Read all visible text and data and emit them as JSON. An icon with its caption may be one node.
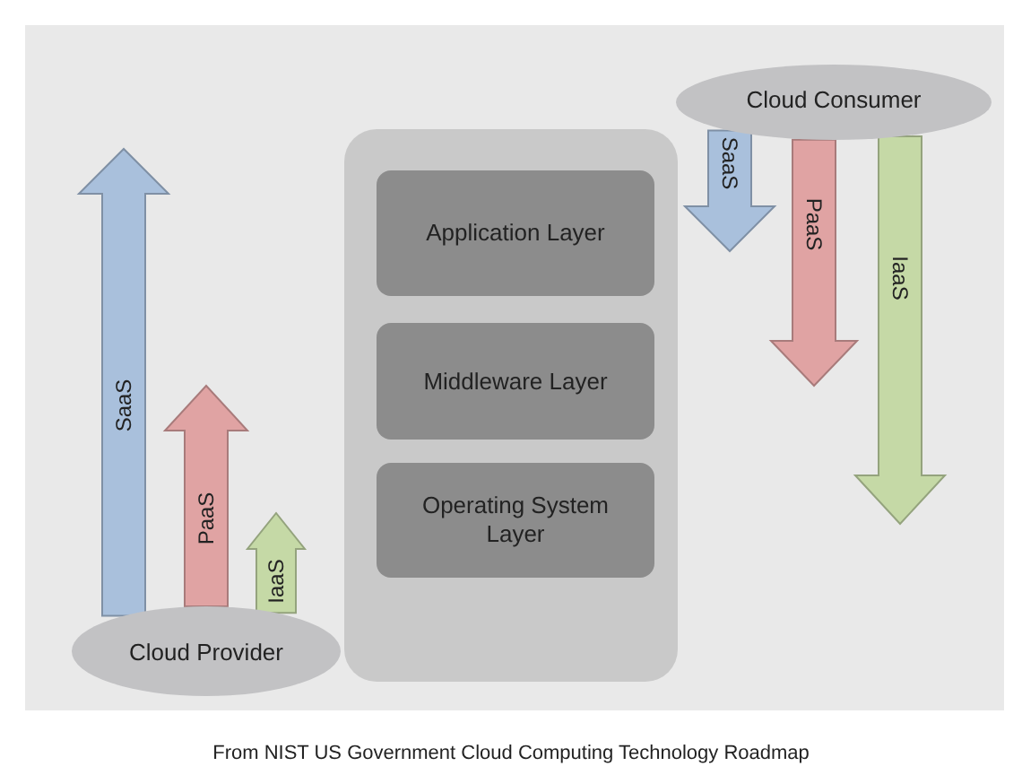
{
  "diagram": {
    "caption": "From NIST US Government Cloud Computing Technology Roadmap",
    "nodes": [
      {
        "text": [
          "Cloud Provider"
        ]
      },
      {
        "text": [
          "Cloud Consumer"
        ]
      },
      {
        "text": [],
        "shape": "box"
      },
      {
        "text": [
          "Application Layer"
        ],
        "in": 2
      },
      {
        "text": [
          "Middleware Layer"
        ],
        "in": 2
      },
      {
        "text": [
          "Operating System Layer"
        ],
        "in": 2
      }
    ],
    "edges": [
      {
        "from": 0,
        "to": null,
        "arrow": "to",
        "label": "SaaS",
        "color": "#a9c0dc"
      },
      {
        "from": 0,
        "to": null,
        "arrow": "to",
        "label": "PaaS",
        "color": "#e0a3a3"
      },
      {
        "from": 0,
        "to": null,
        "arrow": "to",
        "label": "IaaS",
        "color": "#c5d9a6"
      },
      {
        "from": 1,
        "to": null,
        "arrow": "to",
        "label": "SaaS",
        "color": "#a9c0dc"
      },
      {
        "from": 1,
        "to": null,
        "arrow": "to",
        "label": "PaaS",
        "color": "#e0a3a3"
      },
      {
        "from": 1,
        "to": null,
        "arrow": "to",
        "label": "IaaS",
        "color": "#c5d9a6"
      }
    ]
  }
}
